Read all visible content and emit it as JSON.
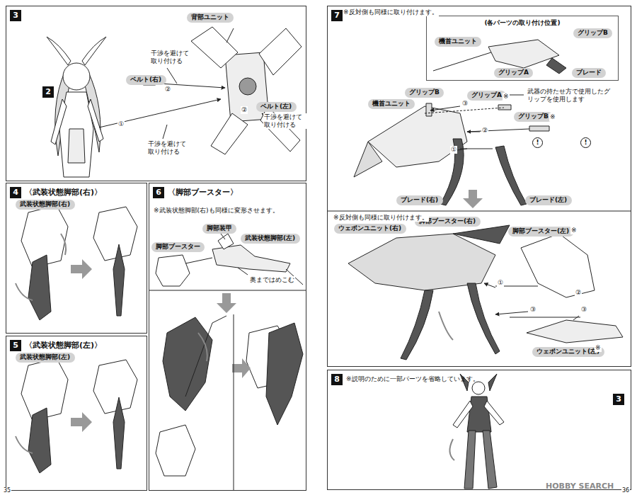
{
  "diagram": {
    "nodes": [
      {
        "text": [
          "3"
        ]
      },
      {
        "text": [
          "背部ユニット"
        ],
        "in": 0
      },
      {
        "text": [
          "ベルト(右)"
        ],
        "in": 0
      },
      {
        "text": [
          "ベルト(左)"
        ],
        "in": 0
      },
      {
        "text": [
          "4",
          "〈武装状態脚部(右)〉"
        ]
      },
      {
        "text": [
          "武装状態脚部(右)"
        ],
        "in": 4
      },
      {
        "text": [
          "6",
          "〈脚部ブースター〉"
        ]
      },
      {
        "text": [
          "脚部装甲"
        ],
        "in": 6
      },
      {
        "text": [
          "脚部ブースター"
        ],
        "in": 6
      },
      {
        "text": [
          "武装状態脚部(左)"
        ],
        "in": 6
      },
      {
        "text": [
          "5",
          "〈武装状態脚部(左)〉"
        ]
      },
      {
        "text": [
          "武装状態脚部(左)"
        ],
        "in": 10
      },
      {
        "text": [
          "7"
        ]
      },
      {
        "text": [
          "(各パーツの取り付け位置)"
        ],
        "in": 12
      },
      {
        "text": [
          "機首ユニット"
        ],
        "in": 13
      },
      {
        "text": [
          "グリップA"
        ],
        "in": 13
      },
      {
        "text": [
          "グリップB"
        ],
        "in": 13
      },
      {
        "text": [
          "ブレード"
        ],
        "in": 13
      },
      {
        "text": [
          "グリップB"
        ],
        "in": 12
      },
      {
        "text": [
          "グリップA"
        ],
        "in": 12
      },
      {
        "text": [
          "機首ユニット"
        ],
        "in": 12
      },
      {
        "text": [
          "グリップB"
        ],
        "in": 12
      },
      {
        "text": [
          "ブレード(右)"
        ],
        "in": 12
      },
      {
        "text": [
          "ブレード(左)"
        ],
        "in": 12
      },
      {
        "text": [
          "ウェポンユニット(右)"
        ],
        "in": 12
      },
      {
        "text": [
          "脚部ブースター(右)"
        ],
        "in": 12
      },
      {
        "text": [
          "脚部ブースター(左)"
        ],
        "in": 12
      },
      {
        "text": [
          "ウェポンユニット(左)"
        ],
        "in": 12
      },
      {
        "text": [
          "8",
          "※説明のために一部パーツを省略しています。"
        ]
      }
    ],
    "labels": [
      "2",
      "干渉を避けて取り付ける",
      "②",
      "②",
      "干渉を避けて取り付ける",
      "①",
      "干渉を避けて取り付ける",
      "※武装状態脚部(右)も同様に変形させます。",
      "奥まではめこむ",
      "35",
      "※反対側も同様に取り付けます。",
      "※",
      "武器の持たせ方で使用したグリップを使用します",
      "③",
      "②",
      "①",
      "※",
      "!",
      "!",
      "※反対側も同様に取り付けます。",
      "※",
      "①",
      "③",
      "③",
      "②",
      "※",
      "3",
      "36",
      "HOBBY SEARCH"
    ]
  }
}
